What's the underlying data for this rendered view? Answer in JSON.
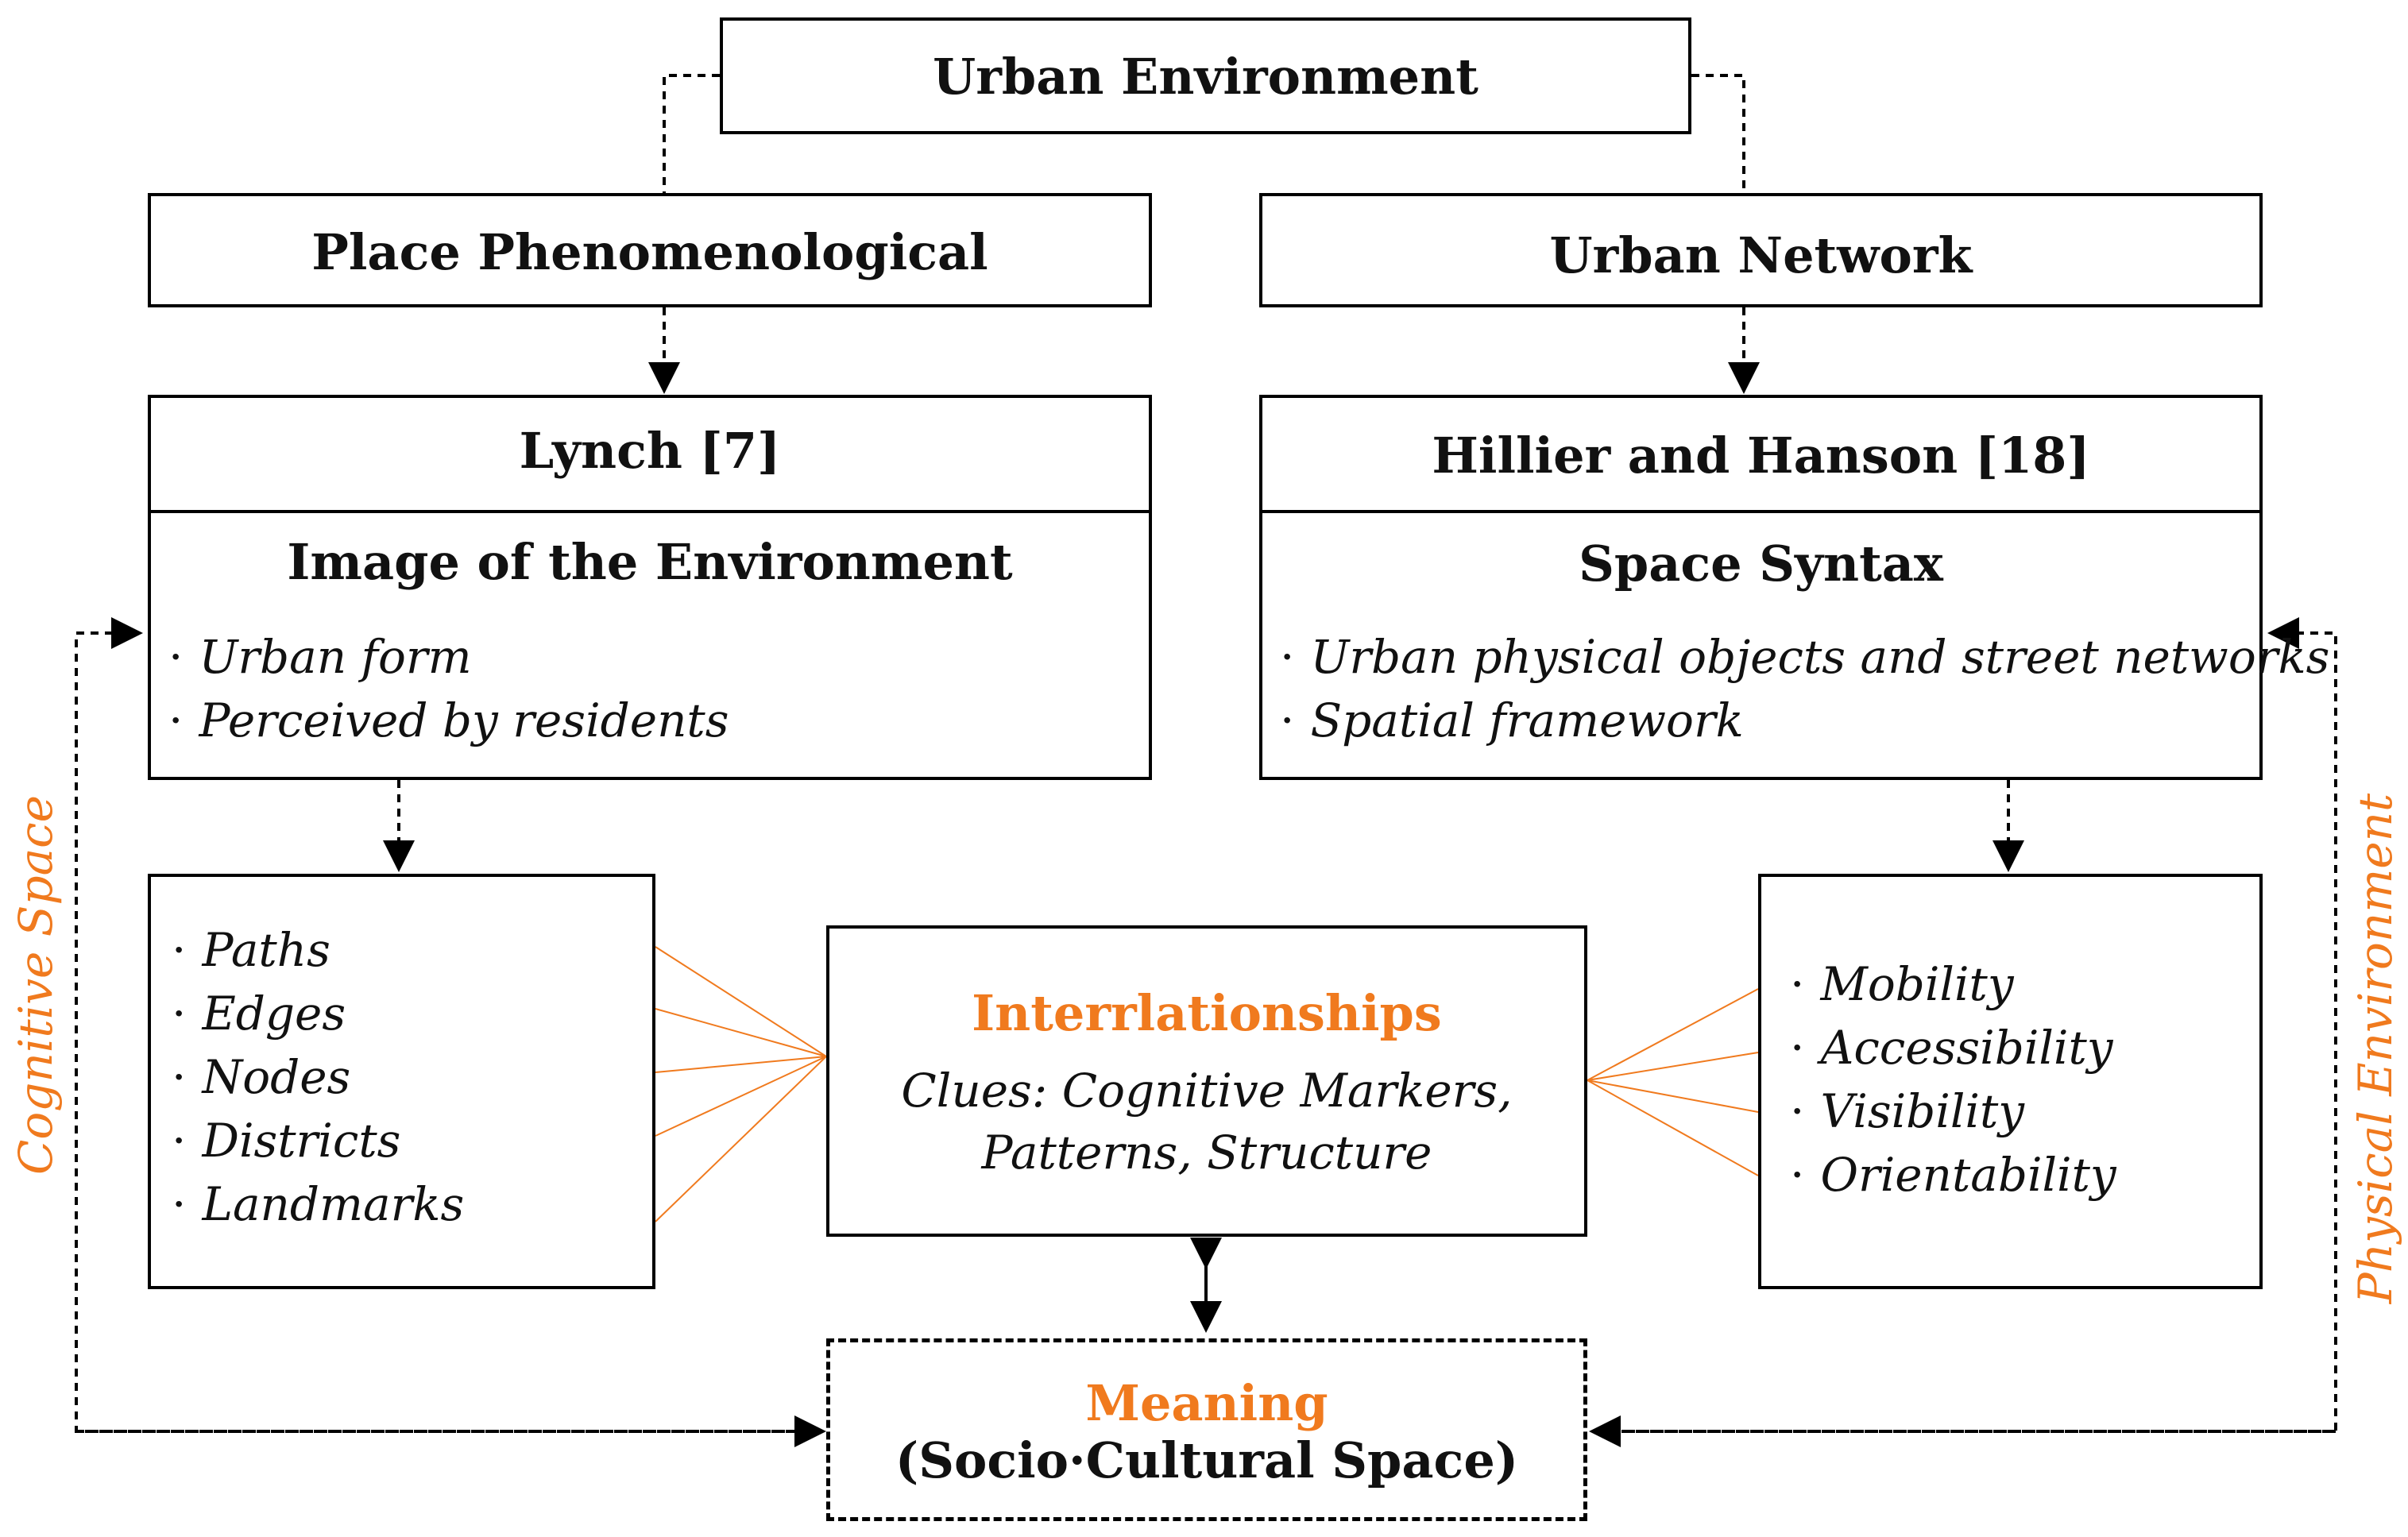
{
  "colors": {
    "accent": "#f07a1e",
    "line": "#000000"
  },
  "top": {
    "title": "Urban Environment"
  },
  "left": {
    "header": "Place Phenomenological",
    "author": "Lynch [7]",
    "concept": "Image of the Environment",
    "bullets": [
      "Urban form",
      "Perceived by residents"
    ],
    "elements": [
      "Paths",
      "Edges",
      "Nodes",
      "Districts",
      "Landmarks"
    ]
  },
  "right": {
    "header": "Urban Network",
    "author": "Hillier and Hanson [18]",
    "concept": "Space Syntax",
    "bullets": [
      "Urban physical objects and street networks",
      "Spatial framework"
    ],
    "elements": [
      "Mobility",
      "Accessibility",
      "Visibility",
      "Orientability"
    ]
  },
  "center": {
    "title": "Interrlationships",
    "clues_line1": "Clues: Cognitive Markers,",
    "clues_line2": "Patterns, Structure"
  },
  "meaning": {
    "title": "Meaning",
    "subtitle": "(Socio·Cultural Space)"
  },
  "side_labels": {
    "left": "Cognitive Space",
    "right": "Physical Environment"
  },
  "bullet_glyph": "·"
}
